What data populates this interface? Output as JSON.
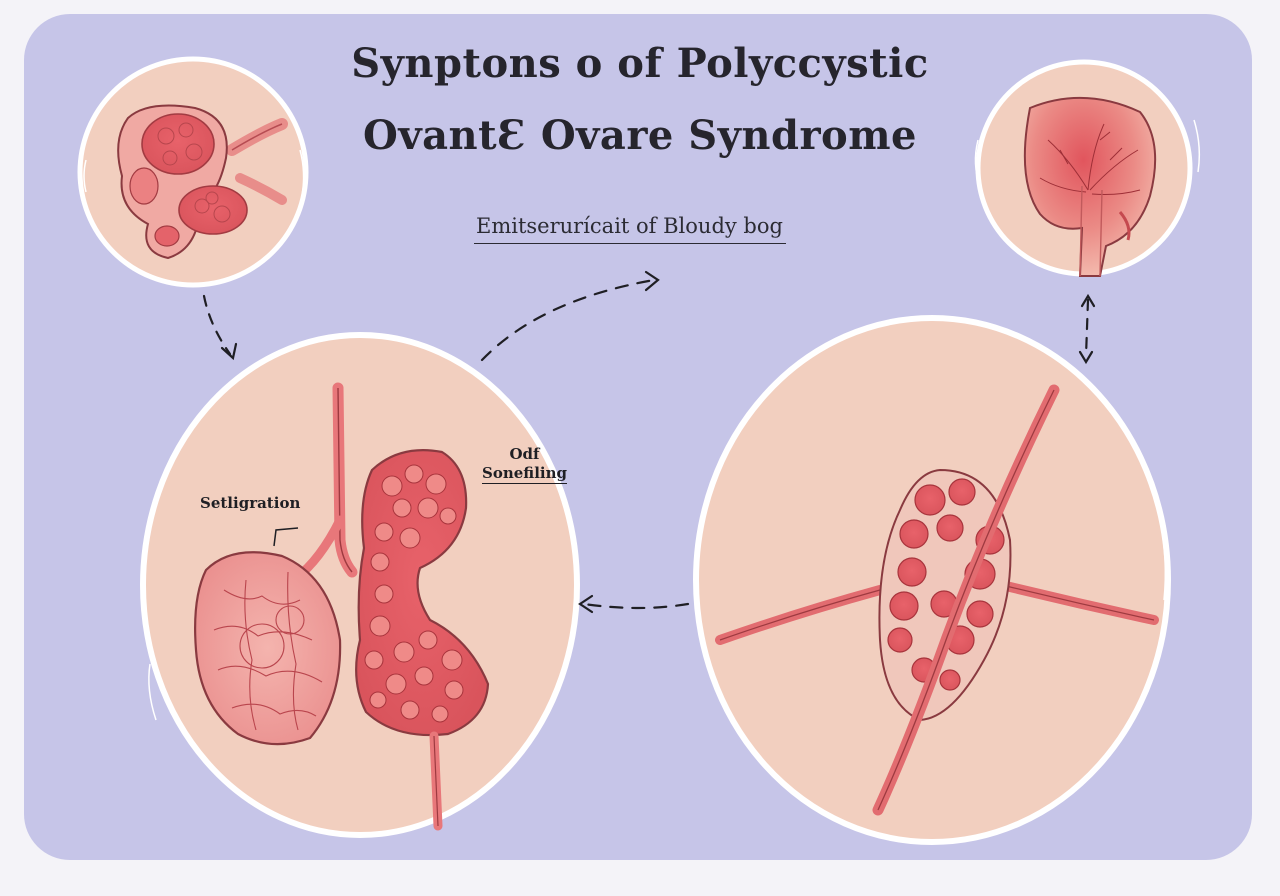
{
  "title": {
    "line1": "Synptons o  of Polyccystic",
    "line2": "OvantƐ Ovare Syndrome"
  },
  "subtitle": "Emitserurícait of Bloudy bog",
  "labels": {
    "left": "Setligration",
    "right_top": "Odf",
    "right_bottom": "Sonefiling"
  },
  "colors": {
    "panel": "#c6c5e8",
    "circle_fill": "#f2cfbf",
    "tissue": "#e2575f",
    "outline": "#8a3a40"
  }
}
